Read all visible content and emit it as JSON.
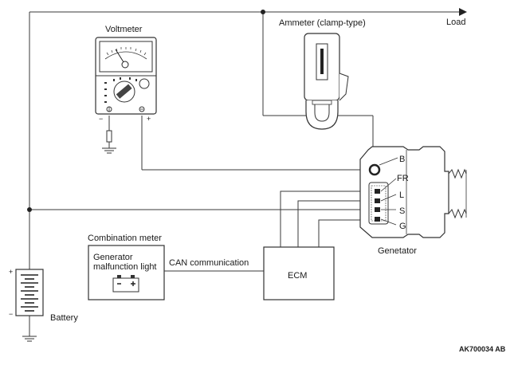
{
  "labels": {
    "voltmeter": "Voltmeter",
    "ammeter": "Ammeter (clamp-type)",
    "load": "Load",
    "combination_meter": "Combination meter",
    "generator_malfunction_line1": "Generator",
    "generator_malfunction_line2": "malfunction light",
    "can_communication": "CAN communication",
    "ecm": "ECM",
    "generator": "Genetator",
    "battery": "Battery",
    "diagram_code": "AK700034 AB",
    "voltmeter_minus": "−",
    "voltmeter_plus": "+",
    "battery_plus": "+",
    "battery_minus": "−"
  },
  "terminals": [
    "B",
    "FR",
    "L",
    "S",
    "G"
  ]
}
